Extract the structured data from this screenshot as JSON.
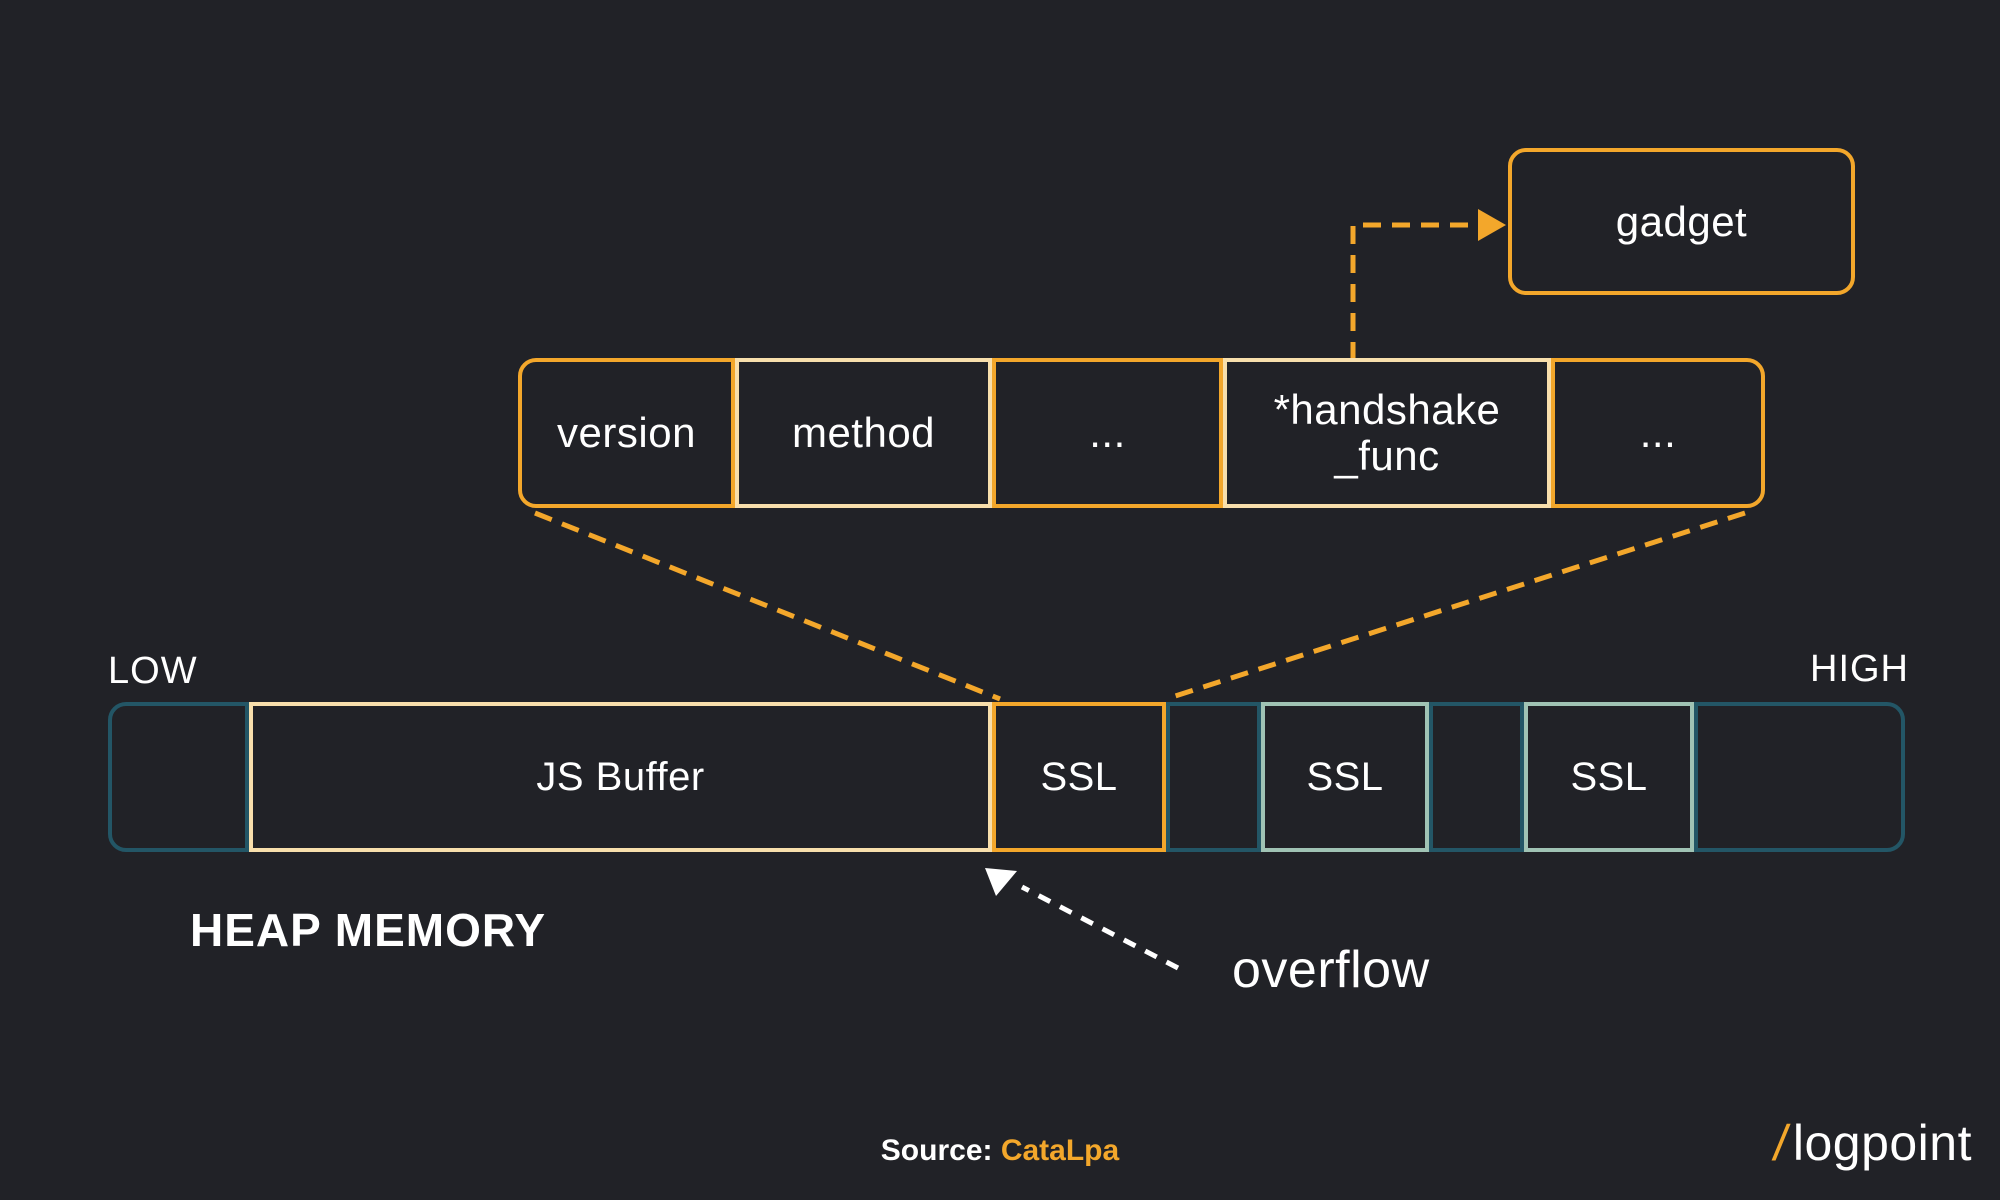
{
  "colors": {
    "background": "#212227",
    "orange": "#F3A72B",
    "cream": "#F8DFAC",
    "teal": "#235666",
    "sage": "#A0C3B4",
    "white": "#FFFFFF"
  },
  "gadget_box": {
    "label": "gadget"
  },
  "ssl_struct": {
    "cells": [
      {
        "label": "version"
      },
      {
        "label": "method"
      },
      {
        "label": "..."
      },
      {
        "label_line1": "*handshake",
        "label_line2": "_func"
      },
      {
        "label": "..."
      }
    ]
  },
  "heap": {
    "low_label": "LOW",
    "high_label": "HIGH",
    "caption": "HEAP MEMORY",
    "segments": [
      {
        "label": ""
      },
      {
        "label": "JS Buffer"
      },
      {
        "label": "SSL"
      },
      {
        "label": ""
      },
      {
        "label": "SSL"
      },
      {
        "label": ""
      },
      {
        "label": "SSL"
      },
      {
        "label": ""
      }
    ]
  },
  "annotations": {
    "overflow_label": "overflow"
  },
  "footer": {
    "source_prefix": "Source: ",
    "source_value": "CataLpa",
    "logo_slash": "/",
    "logo_word": "logpoint"
  }
}
